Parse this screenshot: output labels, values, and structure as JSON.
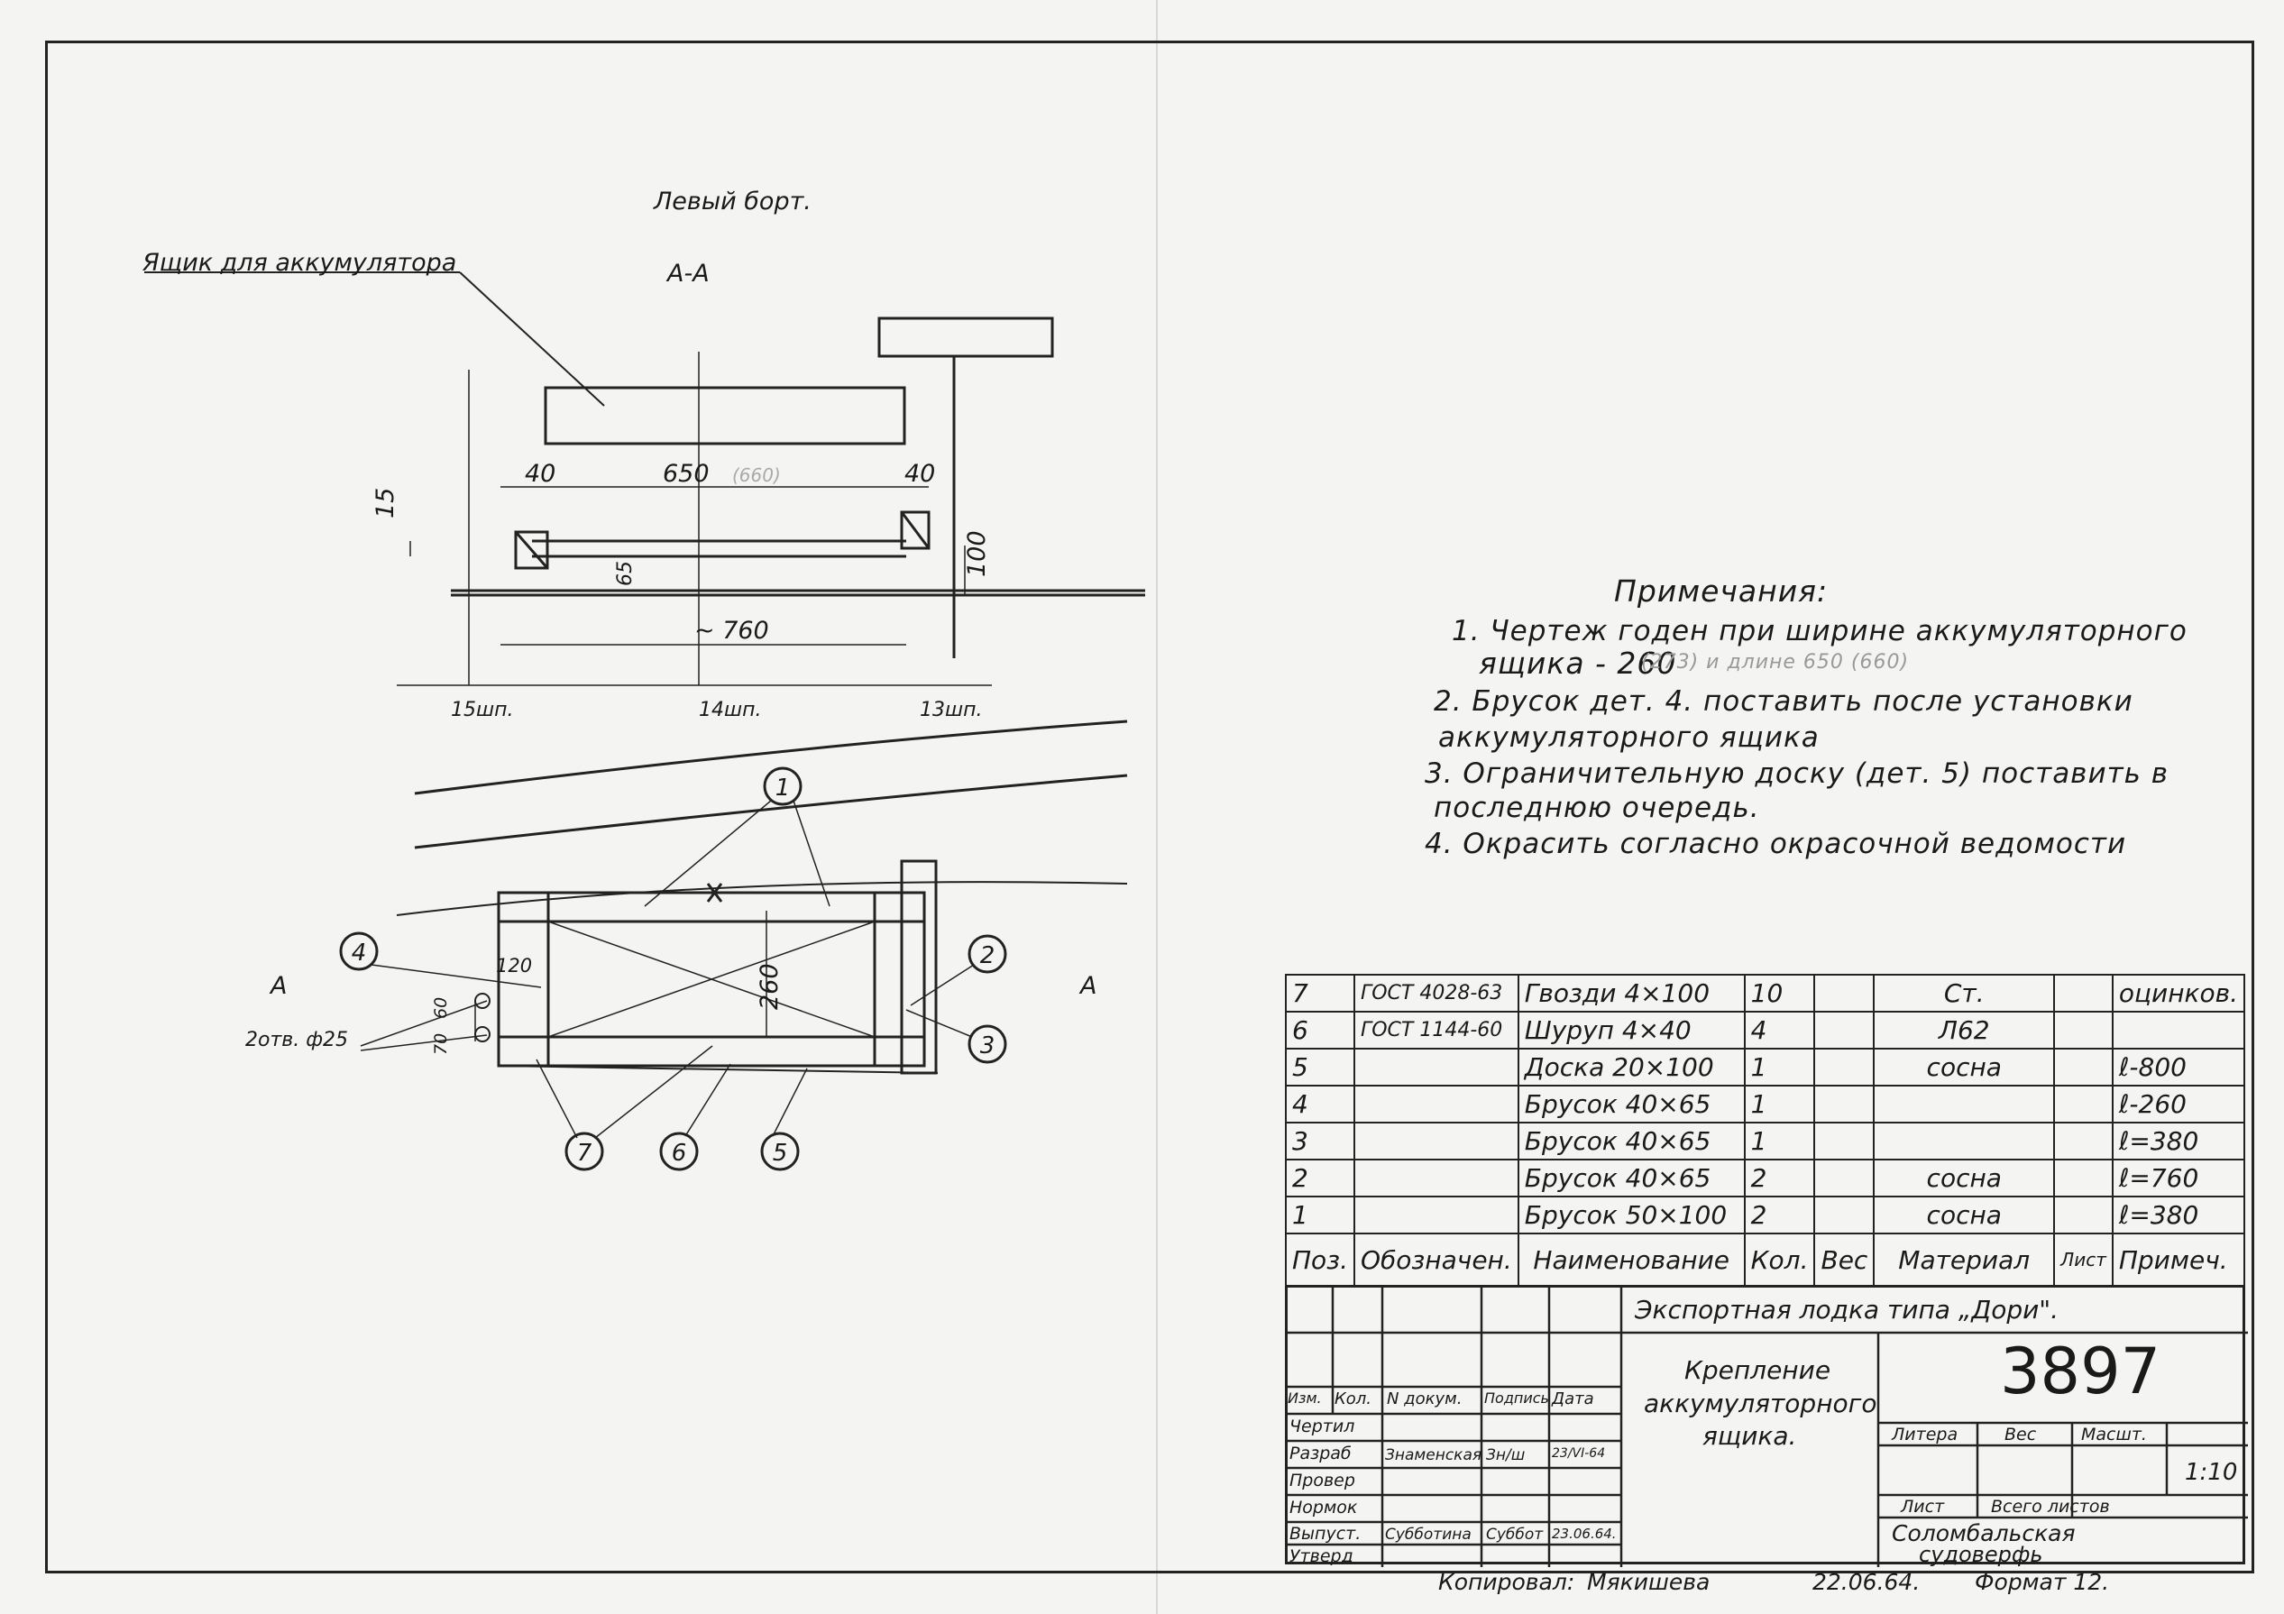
{
  "drawing": {
    "view_title": "Левый борт.",
    "section_label": "А-А",
    "leader_label": "Ящик для аккумулятора",
    "dims": {
      "d40_left": "40",
      "d650": "650",
      "d650_faint": "(660)",
      "d40_right": "40",
      "d15": "15",
      "d65": "65",
      "d100": "100",
      "d760": "~ 760",
      "d120": "120",
      "d60": "60",
      "d70": "70",
      "d260": "260"
    },
    "frames": {
      "f15": "15шп.",
      "f14": "14шп.",
      "f13": "13шп."
    },
    "plan_label_a_left": "А",
    "plan_label_a_right": "А",
    "holes": "2отв. ф25",
    "callouts": [
      "1",
      "2",
      "3",
      "4",
      "5",
      "6",
      "7"
    ]
  },
  "notes": {
    "title": "Примечания:",
    "lines": [
      "1. Чертеж годен при ширине аккумуляторного",
      "ящика - 260",
      "(273) и длине 650 (660)",
      "2. Брусок дет. 4. поставить после установки",
      "аккумуляторного ящика",
      "3. Ограничительную доску (дет. 5) поставить в",
      "последнюю очередь.",
      "4. Окрасить согласно окрасочной ведомости"
    ]
  },
  "spec": {
    "header": {
      "pos": "Поз.",
      "designation": "Обозначен.",
      "name": "Наименование",
      "qty": "Кол.",
      "weight": "Вес",
      "material": "Материал",
      "sheet": "Лист",
      "remark": "Примеч."
    },
    "rows": [
      {
        "pos": "7",
        "designation": "ГОСТ 4028-63",
        "name": "Гвозди 4×100",
        "qty": "10",
        "material": "Ст.",
        "remark": "оцинков."
      },
      {
        "pos": "6",
        "designation": "ГОСТ 1144-60",
        "name": "Шуруп 4×40",
        "qty": "4",
        "material": "Л62",
        "remark": ""
      },
      {
        "pos": "5",
        "designation": "",
        "name": "Доска 20×100",
        "qty": "1",
        "material": "сосна",
        "remark": "ℓ-800"
      },
      {
        "pos": "4",
        "designation": "",
        "name": "Брусок 40×65",
        "qty": "1",
        "material": "",
        "remark": "ℓ-260"
      },
      {
        "pos": "3",
        "designation": "",
        "name": "Брусок 40×65",
        "qty": "1",
        "material": "",
        "remark": "ℓ=380"
      },
      {
        "pos": "2",
        "designation": "",
        "name": "Брусок 40×65",
        "qty": "2",
        "material": "сосна",
        "remark": "ℓ=760"
      },
      {
        "pos": "1",
        "designation": "",
        "name": "Брусок 50×100",
        "qty": "2",
        "material": "сосна",
        "remark": "ℓ=380"
      }
    ]
  },
  "title_block": {
    "project": "Экспортная лодка типа „Дори\".",
    "title_line1": "Крепление",
    "title_line2": "аккумуляторного",
    "title_line3": "ящика.",
    "number": "3897",
    "cols": {
      "izm": "Изм.",
      "kol": "Кол.",
      "ndoc": "N докум.",
      "podp": "Подпись",
      "date": "Дата"
    },
    "roles": [
      "Чертил",
      "Разраб",
      "Провер",
      "Нормок",
      "Выпуст.",
      "Утверд"
    ],
    "razrab_name": "Знаменская",
    "razrab_sign": "Зн/ш",
    "razrab_date": "23/VI-64",
    "vypust_name": "Субботина",
    "vypust_sign": "Суббот",
    "vypust_date": "23.06.64.",
    "litera": "Литера",
    "ves": "Вес",
    "masht": "Масшт.",
    "scale": "1:10",
    "list": "Лист",
    "vsego": "Всего листов",
    "org_line1": "Соломбальская",
    "org_line2": "судоверфь"
  },
  "footer": {
    "copied_label": "Копировал:",
    "copied_sign": "Мякишева",
    "copied_date": "22.06.64.",
    "format": "Формат 12."
  }
}
